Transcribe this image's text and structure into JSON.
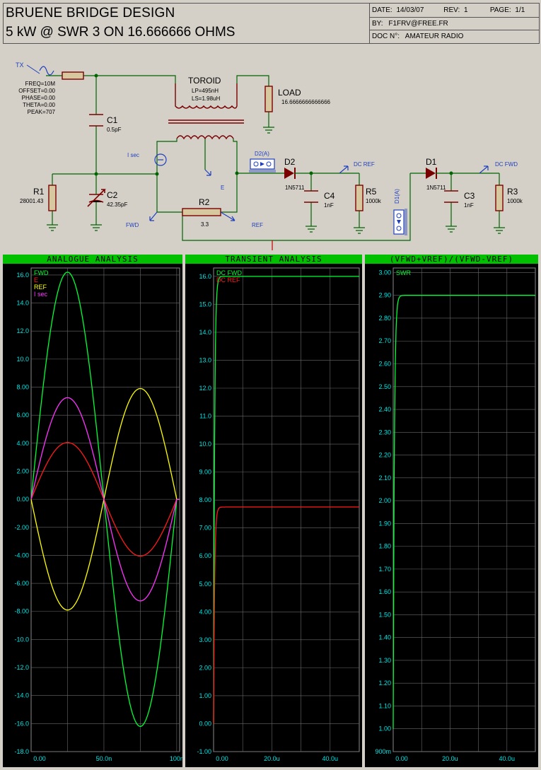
{
  "titleblock": {
    "line1": "BRUENE BRIDGE DESIGN",
    "line2": "5 kW @ SWR 3 ON 16.666666 OHMS",
    "date_label": "DATE:",
    "date_value": "14/03/07",
    "rev_label": "REV:",
    "rev_value": "1",
    "page_label": "PAGE:",
    "page_value": "1/1",
    "by_label": "BY:",
    "by_value": "F1FRV@FREE.FR",
    "doc_label": "DOC N°:",
    "doc_value": "AMATEUR RADIO"
  },
  "schematic": {
    "tx_label": "TX",
    "gen_params": [
      "FREQ=10M",
      "OFFSET=0.00",
      "PHASE=0.00",
      "THETA=0.00",
      "PEAK=707"
    ],
    "toroid_label": "TOROID",
    "toroid_lp": "LP=495nH",
    "toroid_ls": "LS=1.98uH",
    "load_label": "LOAD",
    "load_value": "16.6666666666666",
    "c1_label": "C1",
    "c1_value": "0.5pF",
    "c2_label": "C2",
    "c2_value": "42.35pF",
    "r1_label": "R1",
    "r1_value": "28001.43",
    "r2_label": "R2",
    "r2_value": "3.3",
    "isec_label": "I sec",
    "e_label": "E",
    "fwd_label": "FWD",
    "ref_label": "REF",
    "d2_label": "D2",
    "d2_value": "1N5711",
    "d2a_label": "D2(A)",
    "c4_label": "C4",
    "c4_value": "1nF",
    "r5_label": "R5",
    "r5_value": "1000k",
    "dcref_label": "DC REF",
    "d1_label": "D1",
    "d1_value": "1N5711",
    "d1a_label": "D1(A)",
    "c3_label": "C3",
    "c3_value": "1nF",
    "r3_label": "R3",
    "r3_value": "1000k",
    "dcfwd_label": "DC FWD"
  },
  "colors": {
    "wire": "#006400",
    "component": "#7a0000",
    "probe": "#1f3fbf",
    "trace_green": "#00ff33",
    "trace_red": "#ff1a1a",
    "trace_yellow": "#ffff00",
    "trace_magenta": "#ff33ff",
    "axis_text": "#00e5e5",
    "title_bar": "#00c000"
  },
  "chart_data": [
    {
      "type": "line",
      "title": "ANALOGUE ANALYSIS",
      "y_ticks": [
        "16.0",
        "14.0",
        "12.0",
        "10.0",
        "8.00",
        "6.00",
        "4.00",
        "2.00",
        "0.00",
        "-2.00",
        "-4.00",
        "-6.00",
        "-8.00",
        "-10.0",
        "-12.0",
        "-14.0",
        "-16.0",
        "-18.0"
      ],
      "x_ticks": [
        "0.00",
        "50.0n",
        "100n"
      ],
      "ylim": [
        -18,
        16.5
      ],
      "xlim": [
        0,
        102
      ],
      "grid": true,
      "legend_placement": "top-left",
      "series": [
        {
          "name": "FWD",
          "color": "#00ff33",
          "amplitude": 16.2,
          "phase": 0,
          "period_ns": 100
        },
        {
          "name": "E",
          "color": "#ff1a1a",
          "amplitude": 4.05,
          "phase": 0,
          "period_ns": 100
        },
        {
          "name": "REF",
          "color": "#ffff00",
          "amplitude": -7.9,
          "phase": 0,
          "period_ns": 100
        },
        {
          "name": "I sec",
          "color": "#ff33ff",
          "amplitude": 7.25,
          "phase": 0,
          "period_ns": 100
        }
      ]
    },
    {
      "type": "line",
      "title": "TRANSIENT ANALYSIS",
      "y_ticks": [
        "16.0",
        "15.0",
        "14.0",
        "13.0",
        "12.0",
        "11.0",
        "10.0",
        "9.00",
        "8.00",
        "7.00",
        "6.00",
        "5.00",
        "4.00",
        "3.00",
        "2.00",
        "1.00",
        "0.00",
        "-1.00"
      ],
      "x_ticks": [
        "0.00",
        "20.0u",
        "40.0u"
      ],
      "ylim": [
        -1,
        16.3
      ],
      "xlim": [
        0,
        50
      ],
      "grid": true,
      "legend_placement": "top-left",
      "series": [
        {
          "name": "DC FWD",
          "color": "#00ff33",
          "final": 16.0,
          "tau_us": 0.35
        },
        {
          "name": "DC REF",
          "color": "#ff1a1a",
          "final": 7.75,
          "tau_us": 0.35
        }
      ]
    },
    {
      "type": "line",
      "title": "(VFWD+VREF)/(VFWD-VREF)",
      "y_ticks": [
        "3.00",
        "2.90",
        "2.80",
        "2.70",
        "2.60",
        "2.50",
        "2.40",
        "2.30",
        "2.20",
        "2.10",
        "2.00",
        "1.90",
        "1.80",
        "1.70",
        "1.60",
        "1.50",
        "1.40",
        "1.30",
        "1.20",
        "1.10",
        "1.00",
        "900m"
      ],
      "x_ticks": [
        "0.00",
        "20.0u",
        "40.0u"
      ],
      "ylim": [
        0.9,
        3.02
      ],
      "xlim": [
        0,
        50
      ],
      "grid": true,
      "legend_placement": "top-left",
      "series": [
        {
          "name": "SWR",
          "color": "#00ff33",
          "final": 2.9,
          "start": 1.0,
          "tau_us": 0.4
        }
      ]
    }
  ]
}
